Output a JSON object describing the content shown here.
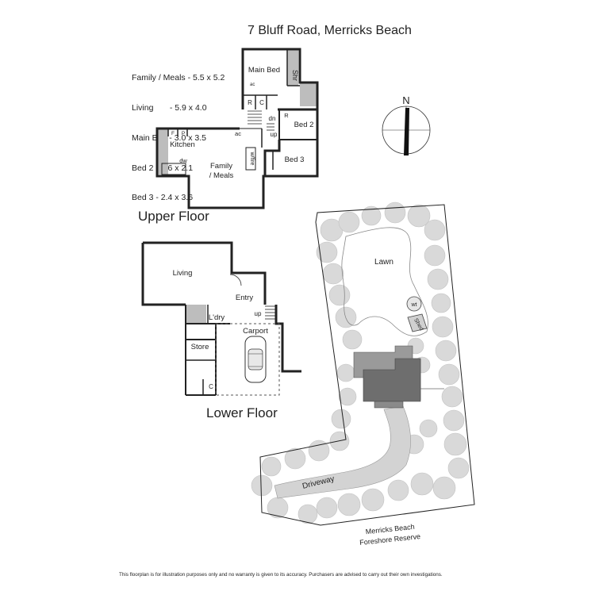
{
  "title": "7 Bluff Road, Merricks Beach",
  "dimensions": [
    "Family / Meals - 5.5 x 5.2",
    "Living       - 5.9 x 4.0",
    "Main Bed - 3.0 x 3.5",
    "Bed 2 - 2.6 x 2.1",
    "Bed 3 - 2.4 x 3.6"
  ],
  "upper_floor": {
    "heading": "Upper Floor",
    "rooms": {
      "main_bed": "Main Bed",
      "shr": "Shr",
      "ac_small": "ac",
      "r1": "R",
      "c1": "C",
      "dn": "dn",
      "r2": "R",
      "bed2": "Bed 2",
      "up": "up",
      "bed3": "Bed 3",
      "kitchen": "Kitchen",
      "ac": "ac",
      "f": "F",
      "p": "P",
      "dw": "dw",
      "wifire": "w/fire",
      "family": "Family",
      "meals": "/ Meals"
    }
  },
  "lower_floor": {
    "heading": "Lower Floor",
    "rooms": {
      "living": "Living",
      "entry": "Entry",
      "up": "up",
      "ldry": "L'dry",
      "carport": "Carport",
      "store": "Store",
      "c": "C"
    }
  },
  "site": {
    "lawn": "Lawn",
    "wt": "wt",
    "shed": "Shed",
    "driveway": "Driveway",
    "reserve_line1": "Merricks Beach",
    "reserve_line2": "Foreshore Reserve"
  },
  "compass": {
    "north": "N"
  },
  "disclaimer": "This floorplan is for illustration purposes only and no warranty is given to its accuracy. Purchasers are advised to carry out their own investigations.",
  "colors": {
    "wall": "#222222",
    "tree": "#d6d6d6",
    "roof_dark": "#6f6f6f",
    "roof_light": "#9a9a9a",
    "driveway": "#cfcfcf",
    "wet_area": "#bdbdbd"
  }
}
